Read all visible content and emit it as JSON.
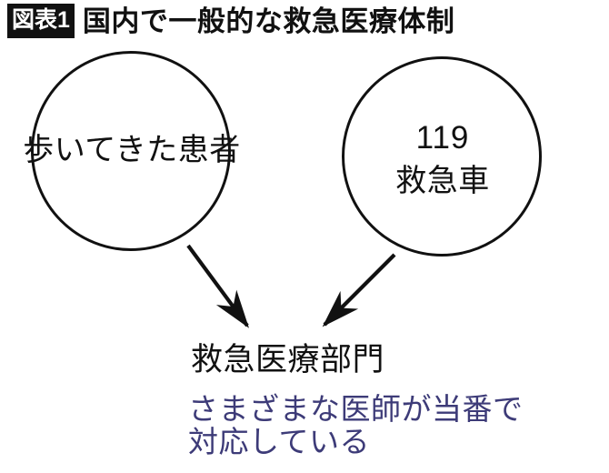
{
  "figure": {
    "badge": "図表1",
    "title": "国内で一般的な救急医療体制"
  },
  "nodes": [
    {
      "id": "walk-in-patient",
      "shape": "circle",
      "label": "歩いてきた患者"
    },
    {
      "id": "ambulance",
      "shape": "circle",
      "line1": "119",
      "line2": "救急車"
    }
  ],
  "destination": {
    "title": "救急医療部門",
    "note_line1": "さまざまな医師が当番で",
    "note_line2": "対応している",
    "note": "さまざまな医師が当番で\n対応している"
  },
  "arrows": [
    {
      "id": "walk-in-to-department",
      "from": "walk-in-patient",
      "to": "emergency-department"
    },
    {
      "id": "ambulance-to-department",
      "from": "ambulance",
      "to": "emergency-department"
    }
  ],
  "colors": {
    "stroke": "#111111",
    "text": "#111111",
    "badge_background": "#111111",
    "badge_text": "#ffffff",
    "note_text": "#3d3b78",
    "background": "#ffffff"
  }
}
